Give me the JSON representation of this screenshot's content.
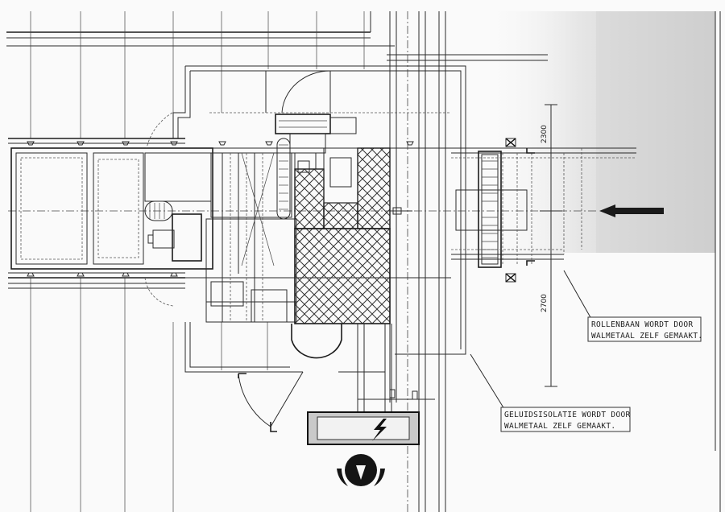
{
  "notes": {
    "roller_line1": "ROLLENBAAN WORDT DOOR",
    "roller_line2": "WALMETAAL ZELF GEMAAKT.",
    "insulation_line1": "GELUIDSISOLATIE WORDT DOOR",
    "insulation_line2": "WALMETAAL ZELF GEMAAKT."
  },
  "dimensions": {
    "upper": "2300",
    "lower": "2700"
  },
  "icons": {
    "flow": "flow-arrow-icon",
    "electrical": "lightning-icon",
    "logo": "horned-logo-icon"
  },
  "colors": {
    "line": "#2a2a2a",
    "shade": "#d8d8d8"
  }
}
